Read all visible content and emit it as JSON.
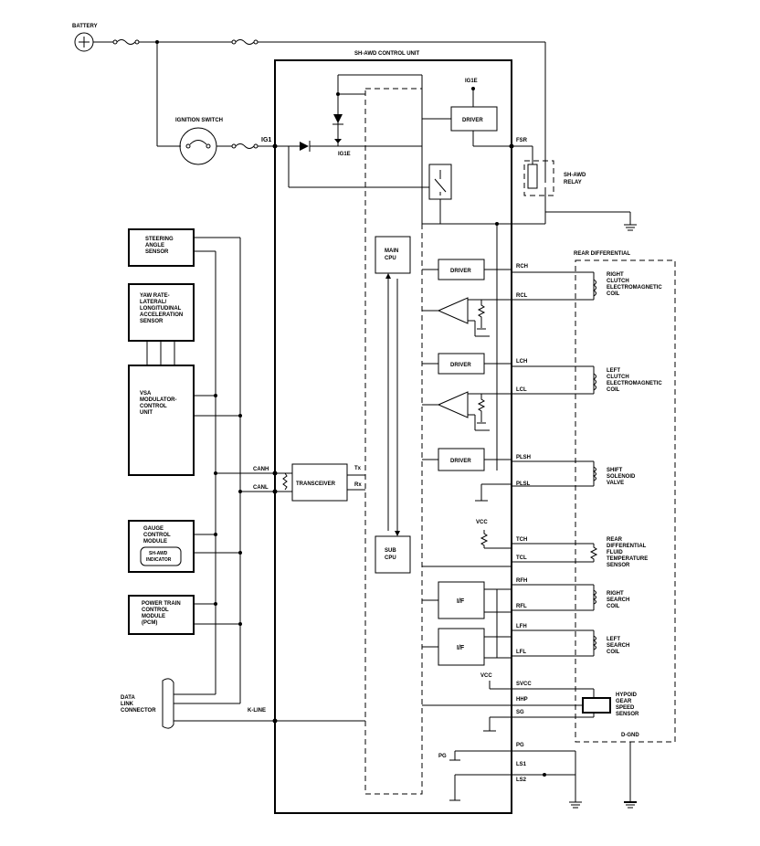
{
  "labels": {
    "battery": "BATTERY",
    "ignition_switch": "IGNITION SWITCH",
    "control_unit": "SH-AWD CONTROL UNIT",
    "ig1e_top": "IG1E",
    "ig1e_mid": "IG1E",
    "ig1": "IG1",
    "fsr": "FSR",
    "driver": "DRIVER",
    "relay": [
      "SH-AWD",
      "RELAY"
    ],
    "main_cpu": [
      "MAIN",
      "CPU"
    ],
    "sub_cpu": [
      "SUB",
      "CPU"
    ],
    "transceiver": "TRANSCEIVER",
    "tx": "Tx",
    "rx": "Rx",
    "canh": "CANH",
    "canl": "CANL",
    "kline": "K-LINE",
    "if": "I/F",
    "vcc": "VCC",
    "pg": "PG",
    "rear_differential": "REAR DIFFERENTIAL",
    "d_gnd": "D-GND"
  },
  "left_modules": [
    {
      "id": "steering",
      "lines": [
        "STEERING",
        "ANGLE",
        "SENSOR"
      ]
    },
    {
      "id": "yaw",
      "lines": [
        "YAW RATE-",
        "LATERAL/",
        "LONGITUDINAL",
        "ACCELERATION",
        "SENSOR"
      ]
    },
    {
      "id": "vsa",
      "lines": [
        "VSA",
        "MODULATOR-",
        "CONTROL",
        "UNIT"
      ]
    },
    {
      "id": "gauge",
      "lines": [
        "GAUGE",
        "CONTROL",
        "MODULE"
      ],
      "inner": [
        "SH-AWD",
        "INDICATOR"
      ]
    },
    {
      "id": "pcm",
      "lines": [
        "POWER TRAIN",
        "CONTROL",
        "MODULE",
        "(PCM)"
      ]
    },
    {
      "id": "dlc",
      "lines": [
        "DATA",
        "LINK",
        "CONNECTOR"
      ]
    }
  ],
  "pins": [
    "RCH",
    "RCL",
    "LCH",
    "LCL",
    "PLSH",
    "PLSL",
    "TCH",
    "TCL",
    "RFH",
    "RFL",
    "LFH",
    "LFL",
    "SVCC",
    "HHP",
    "SG",
    "PG",
    "LS1",
    "LS2"
  ],
  "components": [
    {
      "id": "right_clutch",
      "lines": [
        "RIGHT",
        "CLUTCH",
        "ELECTROMAGNETIC",
        "COIL"
      ]
    },
    {
      "id": "left_clutch",
      "lines": [
        "LEFT",
        "CLUTCH",
        "ELECTROMAGNETIC",
        "COIL"
      ]
    },
    {
      "id": "shift_valve",
      "lines": [
        "SHIFT",
        "SOLENOID",
        "VALVE"
      ]
    },
    {
      "id": "temp_sensor",
      "lines": [
        "REAR",
        "DIFFERENTIAL",
        "FLUID",
        "TEMPERATURE",
        "SENSOR"
      ]
    },
    {
      "id": "right_search",
      "lines": [
        "RIGHT",
        "SEARCH",
        "COIL"
      ]
    },
    {
      "id": "left_search",
      "lines": [
        "LEFT",
        "SEARCH",
        "COIL"
      ]
    },
    {
      "id": "speed_sensor",
      "lines": [
        "HYPOID",
        "GEAR",
        "SPEED",
        "SENSOR"
      ]
    }
  ]
}
